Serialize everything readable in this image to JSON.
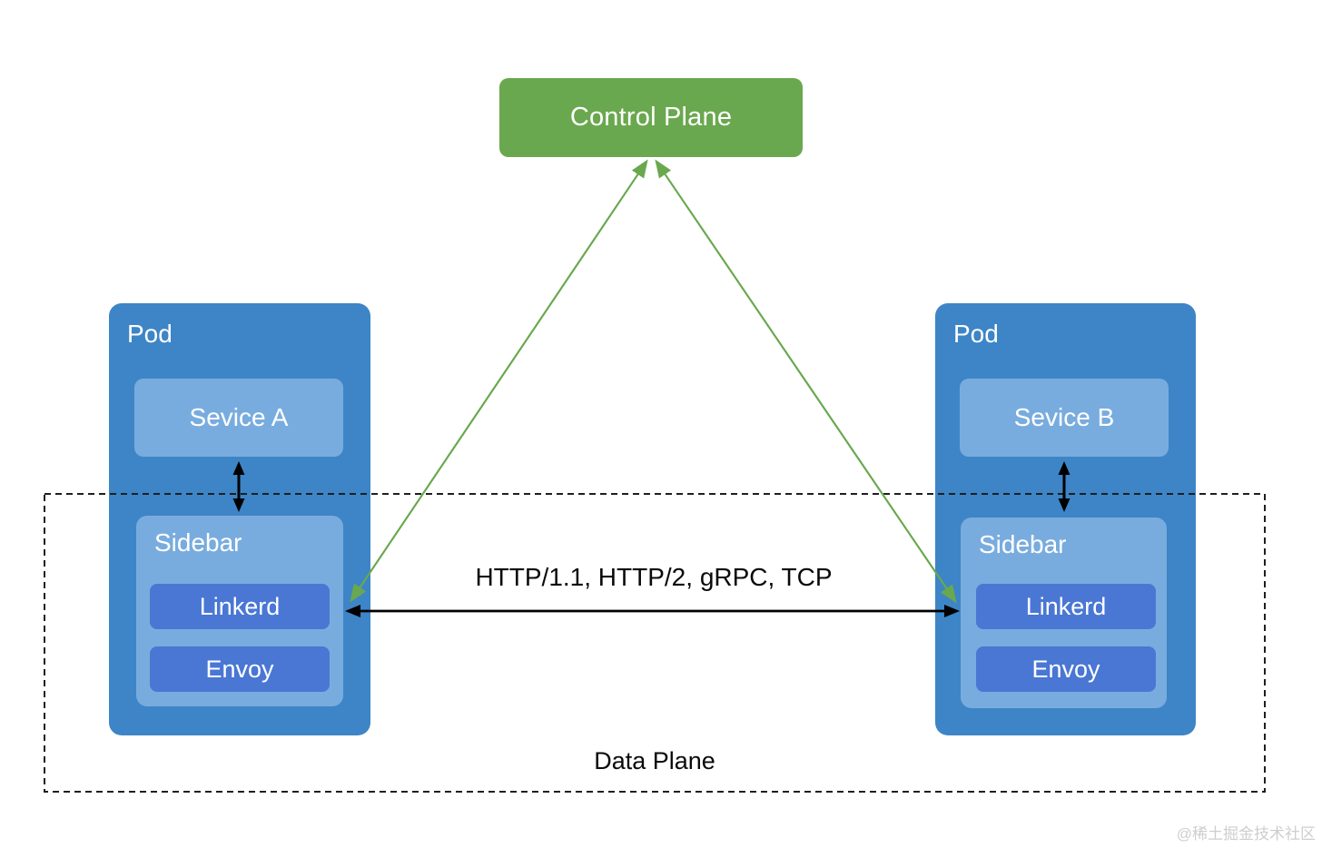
{
  "control_plane": {
    "label": "Control Plane"
  },
  "pods": [
    {
      "title": "Pod",
      "service": "Sevice A",
      "sidebar": {
        "title": "Sidebar",
        "components": [
          {
            "label": "Linkerd"
          },
          {
            "label": "Envoy"
          }
        ]
      }
    },
    {
      "title": "Pod",
      "service": "Sevice B",
      "sidebar": {
        "title": "Sidebar",
        "components": [
          {
            "label": "Linkerd"
          },
          {
            "label": "Envoy"
          }
        ]
      }
    }
  ],
  "labels": {
    "connection_protocols": "HTTP/1.1, HTTP/2, gRPC, TCP",
    "data_plane": "Data Plane"
  },
  "watermark": "@稀土掘金技术社区",
  "colors": {
    "control_plane_green": "#6aa84f",
    "pod_blue": "#3d85c6",
    "inner_light_blue": "#79acde",
    "proxy_blue": "#4a77d4",
    "arrow_green": "#6aa84f",
    "arrow_black": "#000000",
    "dashed_border": "#1f1f1f"
  }
}
